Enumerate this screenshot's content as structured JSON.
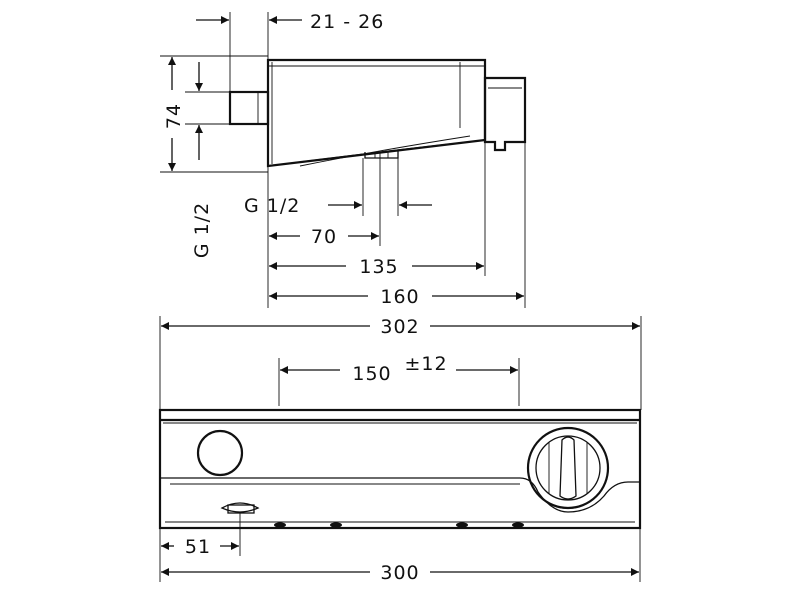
{
  "drawing": {
    "side_view": {
      "dim_offset": "21 - 26",
      "dim_height": "74",
      "dim_g_left": "G 1/2",
      "dim_g_bottom": "G 1/2",
      "dim_70": "70",
      "dim_135": "135",
      "dim_160": "160"
    },
    "front_view": {
      "dim_302": "302",
      "dim_150": "150",
      "dim_tol": "±12",
      "dim_51": "51",
      "dim_300": "300"
    }
  }
}
